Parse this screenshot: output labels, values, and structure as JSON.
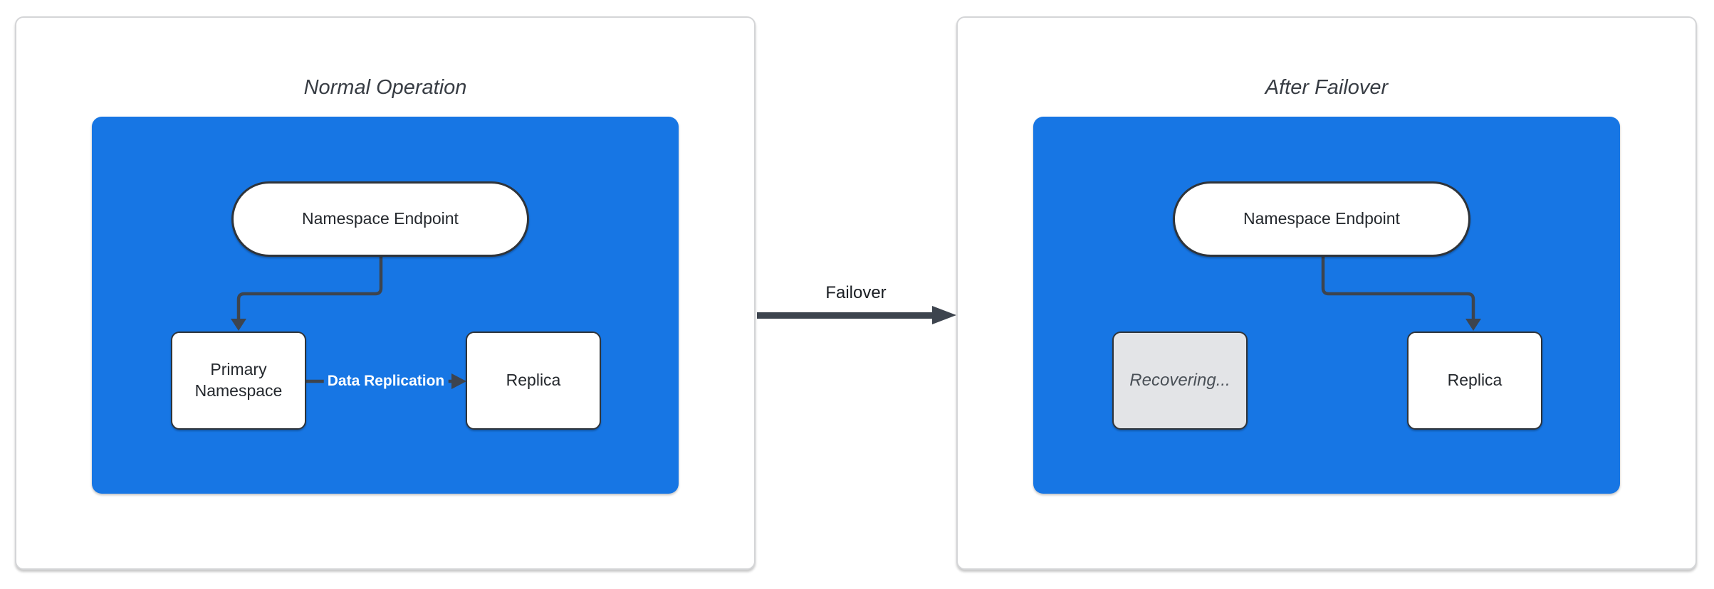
{
  "colors": {
    "cluster_blue": "#1776e4",
    "connector_dark": "#3d444e",
    "node_border": "#2f343a",
    "panel_border": "#d4d5d7",
    "recovering_fill": "#e3e4e7",
    "recovering_text": "#4a5057",
    "node_text": "#24282d",
    "title_text": "#383d44",
    "replication_label_color": "#ffffff"
  },
  "panels": [
    {
      "id": "normal-operation",
      "title": "Normal Operation",
      "endpoint": {
        "label": "Namespace Endpoint"
      },
      "left_node": {
        "label": "Primary Namespace",
        "state": "primary"
      },
      "right_node": {
        "label": "Replica"
      },
      "replication_arrow": {
        "label": "Data Replication"
      }
    },
    {
      "id": "after-failover",
      "title": "After Failover",
      "endpoint": {
        "label": "Namespace Endpoint"
      },
      "left_node": {
        "label": "Recovering...",
        "state": "recovering"
      },
      "right_node": {
        "label": "Replica"
      }
    }
  ],
  "transition": {
    "label": "Failover"
  }
}
